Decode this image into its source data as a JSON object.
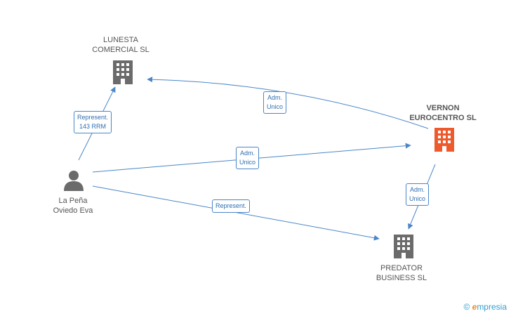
{
  "nodes": [
    {
      "id": "lunesta",
      "type": "company",
      "lines": [
        "LUNESTA",
        "COMERCIAL SL"
      ],
      "color": "#6b6b6b"
    },
    {
      "id": "vernon",
      "type": "company",
      "lines": [
        "VERNON",
        "EUROCENTRO SL"
      ],
      "color": "#ee5a2b",
      "focus": true
    },
    {
      "id": "person",
      "type": "person",
      "lines": [
        "La Peña",
        "Oviedo Eva"
      ],
      "color": "#6b6b6b"
    },
    {
      "id": "predator",
      "type": "company",
      "lines": [
        "PREDATOR",
        "BUSINESS SL"
      ],
      "color": "#6b6b6b"
    }
  ],
  "edges": [
    {
      "from": "person",
      "to": "lunesta",
      "lines": [
        "Represent.",
        "143 RRM"
      ]
    },
    {
      "from": "vernon",
      "to": "lunesta",
      "lines": [
        "Adm.",
        "Unico"
      ]
    },
    {
      "from": "person",
      "to": "vernon",
      "lines": [
        "Adm.",
        "Unico"
      ]
    },
    {
      "from": "person",
      "to": "predator",
      "lines": [
        "Represent."
      ]
    },
    {
      "from": "vernon",
      "to": "predator",
      "lines": [
        "Adm.",
        "Unico"
      ]
    }
  ],
  "colors": {
    "edge": "#4a86c8",
    "focus": "#ee5a2b",
    "node": "#6b6b6b"
  },
  "brand": {
    "copyright": "©",
    "initial": "e",
    "rest": "mpresia"
  }
}
